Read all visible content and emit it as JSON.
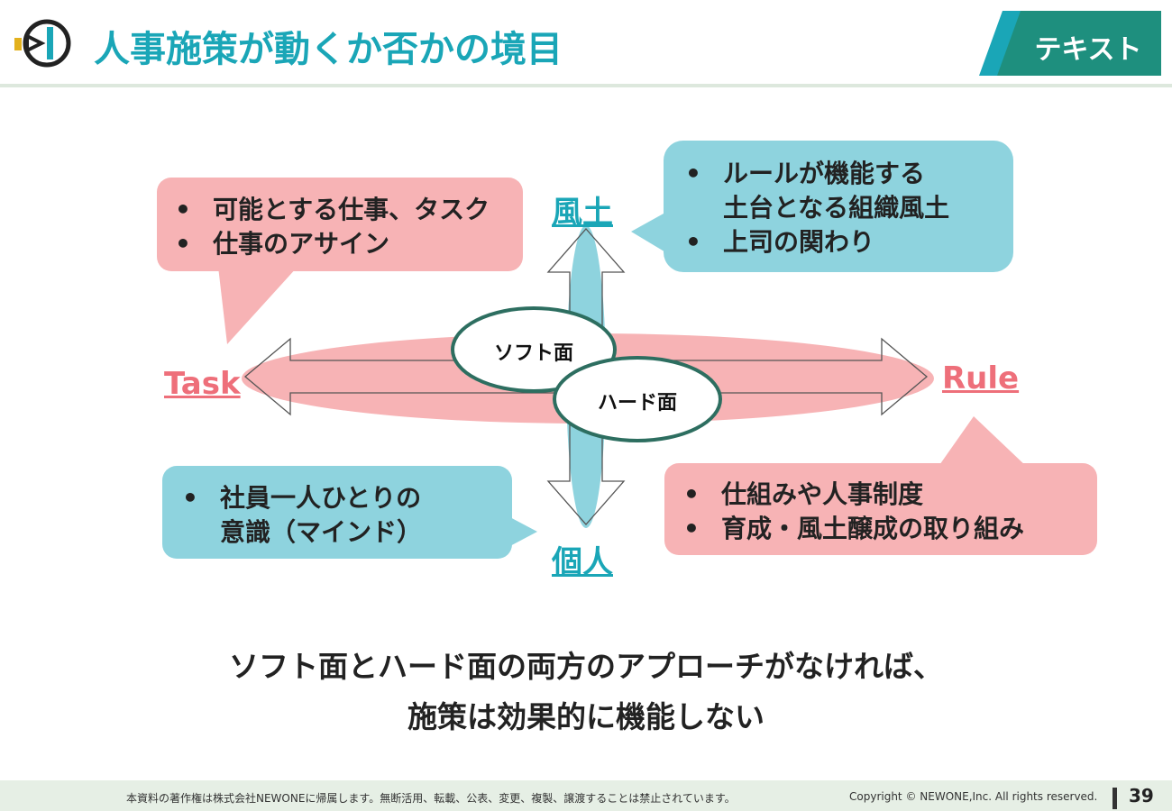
{
  "header": {
    "title": "人事施策が動くか否かの境目",
    "tag": "テキスト",
    "accent_color": "#1aa6b7",
    "tag_color": "#1e8f7e"
  },
  "diagram": {
    "axes": {
      "top": "風土",
      "bottom": "個人",
      "left": "Task",
      "right": "Rule"
    },
    "ellipses": {
      "soft": "ソフト面",
      "hard": "ハード面"
    },
    "callouts": {
      "top_left": {
        "items": [
          "可能とする仕事、タスク",
          "仕事のアサイン"
        ],
        "color": "#f7b3b5"
      },
      "top_right": {
        "item1_line1": "ルールが機能する",
        "item1_line2": "土台となる組織風土",
        "item2": "上司の関わり",
        "color": "#8ed3de"
      },
      "bottom_left": {
        "item1_line1": "社員一人ひとりの",
        "item1_line2": "意識（マインド）",
        "color": "#8ed3de"
      },
      "bottom_right": {
        "items": [
          "仕組みや人事制度",
          "育成・風土醸成の取り組み"
        ],
        "color": "#f7b3b5"
      }
    }
  },
  "conclusion": {
    "line1": "ソフト面とハード面の両方のアプローチがなければ、",
    "line2": "施策は効果的に機能しない"
  },
  "footer": {
    "notice": "本資料の著作権は株式会社NEWONEに帰属します。無断活用、転載、公表、変更、複製、譲渡することは禁止されています。",
    "copyright": "Copyright © NEWONE,Inc.  All rights reserved.",
    "page": "39"
  }
}
